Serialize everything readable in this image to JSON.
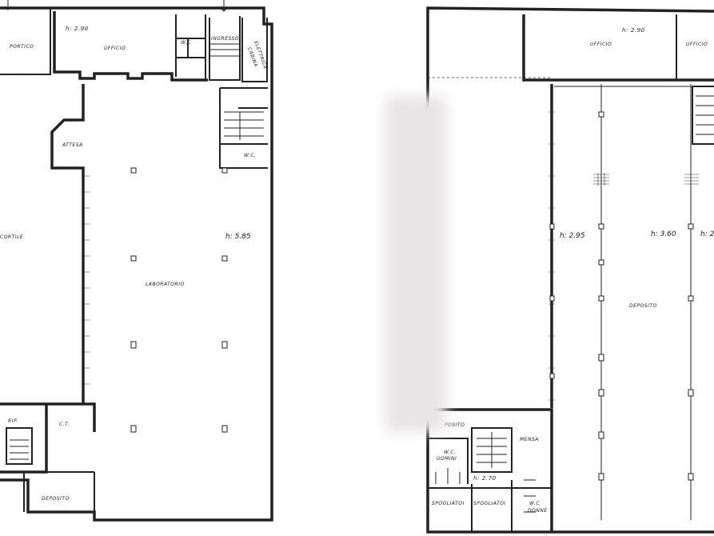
{
  "left_plan": {
    "rooms": {
      "portico": "PORTICO",
      "ufficio": "UFFICIO",
      "ufficio_height": "h: 2.90",
      "wc_top": "W.C",
      "ingresso": "INGRESSO",
      "cabina": "CABINA",
      "cabina2": "ELETTRICA",
      "attesa": "ATTESA",
      "wc_right": "W.C.",
      "cortile": "CORTILE",
      "laboratorio": "LABORATORIO",
      "laboratorio_height": "h: 5.85",
      "rip": "RIP.",
      "ct": "C.T.",
      "deposito": "DEPOSITO"
    }
  },
  "right_plan": {
    "rooms": {
      "ufficio_1": "UFFICIO",
      "ufficio_1_height": "h: 2.90",
      "ufficio_2": "UFFICIO",
      "height_left": "h: 2.95",
      "height_mid": "h: 3.60",
      "height_right": "h: 2",
      "deposito": "DEPOSITO",
      "deposito_small": "POSITO",
      "mensa": "MENSA",
      "wc_uomini_1": "W.C.",
      "wc_uomini_2": "UOMINI",
      "spogliatoi_height": "h: 2.70",
      "spogliatoi_1": "SPOGLIATOI",
      "spogliatoi_2": "SPOGLIATOI",
      "wc_donne_1": "W.C.",
      "wc_donne_2": "DONNE"
    }
  }
}
